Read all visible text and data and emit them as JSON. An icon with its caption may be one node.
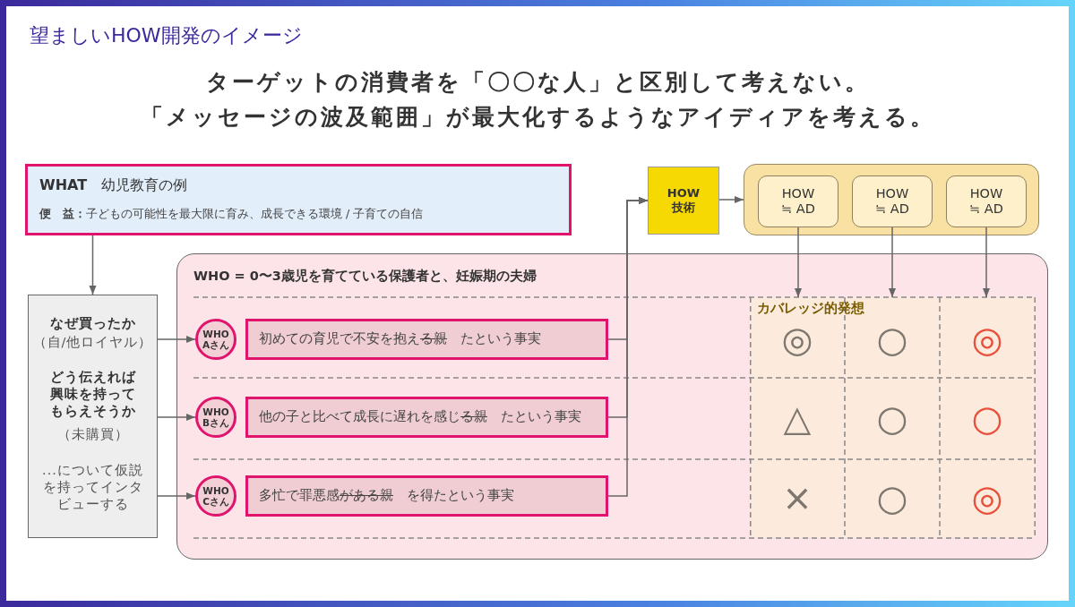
{
  "diagram": {
    "title": "望ましいHOW開発のイメージ",
    "nodes": [
      {
        "text": [
          "**WHAT**　幼児教育の例",
          "**便　益：**子どもの可能性を最大限に育み、成長できる環境 / 子育ての自信"
        ]
      },
      {
        "text": [
          "HOW 技術"
        ]
      },
      {
        "text": [],
        "shape": "box"
      },
      {
        "text": [
          "HOW ≒ AD"
        ],
        "in": 2
      },
      {
        "text": [
          "HOW ≒ AD"
        ],
        "in": 2
      },
      {
        "text": [
          "HOW ≒ AD"
        ],
        "in": 2
      },
      {
        "text": [
          "なぜ買ったか",
          "（自/他ロイヤル）",
          "どう伝えれば興味を持ってもらえそうか",
          "（未購買）",
          "...について仮説を持ってインタビューする"
        ]
      },
      {
        "text": [
          "WHO = 0〜3歳児を育てている保護者と、妊娠期の夫婦"
        ]
      },
      {
        "text": [
          "WHO Aさん"
        ],
        "in": 7
      },
      {
        "text": [
          "初めての育児で不安を抱える親　たという事実"
        ],
        "in": 7
      },
      {
        "text": [
          "WHO Bさん"
        ],
        "in": 7
      },
      {
        "text": [
          "他の子と比べて成長に遅れを感じる親　たという事実"
        ],
        "in": 7
      },
      {
        "text": [
          "WHO Cさん"
        ],
        "in": 7
      },
      {
        "text": [
          "多忙で罪悪感がある親　を得たという事実"
        ],
        "in": 7
      },
      {
        "text": [
          "カバレッジ的発想",
          "◎",
          "○",
          "◎",
          "△",
          "○",
          "○",
          "×",
          "○",
          "◎"
        ],
        "in": 7
      }
    ],
    "edges": [
      {
        "from": 0,
        "to": 6,
        "arrow": "to"
      },
      {
        "from": 6,
        "to": 8,
        "arrow": "to"
      },
      {
        "from": 6,
        "to": 10,
        "arrow": "to"
      },
      {
        "from": 6,
        "to": 12,
        "arrow": "to"
      },
      {
        "from": 9,
        "to": 1,
        "arrow": "to"
      },
      {
        "from": 11,
        "to": 1,
        "arrow": "to"
      },
      {
        "from": 13,
        "to": 1,
        "arrow": "to"
      },
      {
        "from": 1,
        "to": 2,
        "arrow": "to"
      },
      {
        "from": 3,
        "to": 14,
        "arrow": "to"
      },
      {
        "from": 4,
        "to": 14,
        "arrow": "to"
      },
      {
        "from": 5,
        "to": 14,
        "arrow": "to"
      }
    ],
    "labels": [
      "ターゲットの消費者を「〇〇な人」と区別して考えない。",
      "「メッセージの波及範囲」が最大化するようなアイディアを考える。"
    ]
  }
}
